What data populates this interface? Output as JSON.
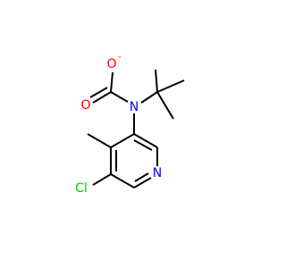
{
  "molecule": {
    "atoms": {
      "oxygen_anion": {
        "symbol": "O",
        "charge": "-",
        "color": "#ff0000"
      },
      "oxygen_carbonyl": {
        "symbol": "O",
        "color": "#ff0000"
      },
      "nitrogen_carbamate": {
        "symbol": "N",
        "color": "#0000ff"
      },
      "nitrogen_pyridine": {
        "symbol": "N",
        "color": "#0000ff"
      },
      "chlorine": {
        "symbol": "Cl",
        "color": "#00cc00"
      }
    },
    "bond_color": "#000000"
  }
}
